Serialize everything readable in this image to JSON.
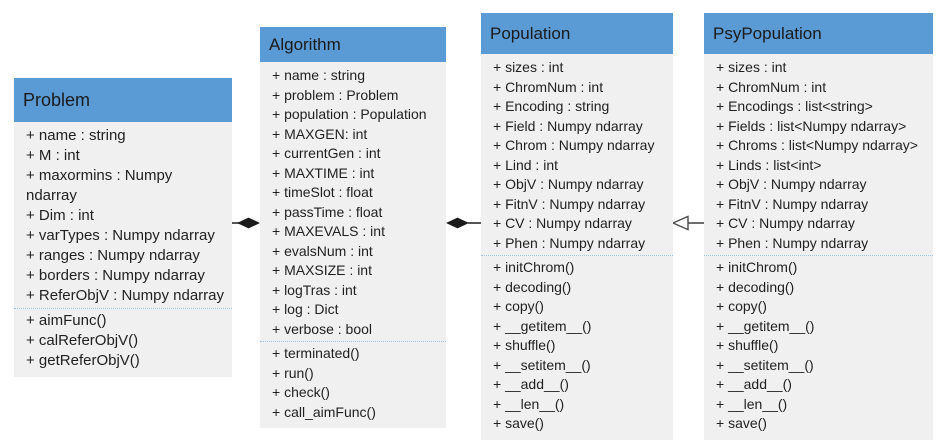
{
  "colors": {
    "class_header": "#5b9bd5",
    "class_body": "#f0f0f0",
    "divider": "#9dc3e6",
    "text": "#1f1f1f",
    "connector": "#2b2b2b"
  },
  "classes": [
    {
      "name": "Problem",
      "attributes": [
        "+ name : string",
        "+ M : int",
        "+ maxormins : Numpy ndarray",
        "+ Dim : int",
        "+ varTypes : Numpy ndarray",
        "+ ranges : Numpy ndarray",
        "+ borders : Numpy ndarray",
        "+ ReferObjV : Numpy ndarray"
      ],
      "methods": [
        "+ aimFunc()",
        "+ calReferObjV()",
        "+ getReferObjV()"
      ]
    },
    {
      "name": "Algorithm",
      "attributes": [
        "+ name : string",
        "+ problem : Problem",
        "+ population : Population",
        "+ MAXGEN: int",
        "+ currentGen : int",
        "+ MAXTIME : int",
        "+ timeSlot : float",
        "+ passTime : float",
        "+ MAXEVALS : int",
        "+ evalsNum : int",
        "+ MAXSIZE : int",
        "+ logTras : int",
        "+ log : Dict",
        "+ verbose : bool"
      ],
      "methods": [
        "+ terminated()",
        "+ run()",
        "+ check()",
        "+ call_aimFunc()"
      ]
    },
    {
      "name": "Population",
      "attributes": [
        "+ sizes : int",
        "+ ChromNum : int",
        "+ Encoding : string",
        "+ Field : Numpy ndarray",
        "+ Chrom : Numpy ndarray",
        "+ Lind : int",
        "+ ObjV : Numpy ndarray",
        "+ FitnV : Numpy ndarray",
        "+ CV : Numpy ndarray",
        "+ Phen : Numpy ndarray"
      ],
      "methods": [
        "+ initChrom()",
        "+ decoding()",
        "+ copy()",
        "+ __getitem__()",
        "+ shuffle()",
        "+ __setitem__()",
        "+ __add__()",
        "+ __len__()",
        "+ save()"
      ]
    },
    {
      "name": "PsyPopulation",
      "attributes": [
        "+ sizes : int",
        "+ ChromNum : int",
        "+ Encodings : list<string>",
        "+ Fields : list<Numpy ndarray>",
        "+ Chroms : list<Numpy ndarray>",
        "+ Linds : list<int>",
        "+ ObjV : Numpy ndarray",
        "+ FitnV : Numpy ndarray",
        "+ CV : Numpy ndarray",
        "+ Phen : Numpy ndarray"
      ],
      "methods": [
        "+ initChrom()",
        "+ decoding()",
        "+ copy()",
        "+ __getitem__()",
        "+ shuffle()",
        "+ __setitem__()",
        "+ __add__()",
        "+ __len__()",
        "+ save()"
      ]
    }
  ],
  "relationships": [
    {
      "type": "composition",
      "owner": "Algorithm",
      "part": "Problem",
      "marker": "filled-diamond"
    },
    {
      "type": "composition",
      "owner": "Algorithm",
      "part": "Population",
      "marker": "filled-diamond"
    },
    {
      "type": "inheritance",
      "child": "PsyPopulation",
      "parent": "Population",
      "marker": "hollow-triangle"
    }
  ]
}
